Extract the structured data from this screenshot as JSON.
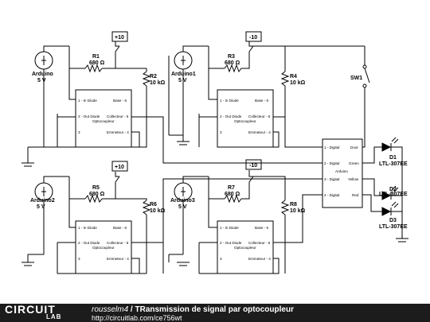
{
  "footer": {
    "brand_top": "CIRCUIT",
    "brand_bottom": "LAB",
    "username": "rousselm4",
    "separator": " / ",
    "title": "TRansmission de signal par optocoupleur",
    "url": "http://circuitlab.com/ce756wt"
  },
  "sources": [
    {
      "name": "Arduino",
      "voltage": "5 V"
    },
    {
      "name": "Arduino1",
      "voltage": "5 V"
    },
    {
      "name": "Arduino2",
      "voltage": "5 V"
    },
    {
      "name": "Arduino3",
      "voltage": "5 V"
    }
  ],
  "rails": [
    "+10",
    "-10",
    "+10",
    "-10"
  ],
  "resistors": [
    {
      "name": "R1",
      "value": "680 Ω"
    },
    {
      "name": "R2",
      "value": "10 kΩ"
    },
    {
      "name": "R3",
      "value": "680 Ω"
    },
    {
      "name": "R4",
      "value": "10 kΩ"
    },
    {
      "name": "R5",
      "value": "680 Ω"
    },
    {
      "name": "R6",
      "value": "10 kΩ"
    },
    {
      "name": "R7",
      "value": "680 Ω"
    },
    {
      "name": "R8",
      "value": "10 kΩ"
    }
  ],
  "opto": {
    "name": "Optocoupleur",
    "pins": [
      "1 - In Diode",
      "2 - Out Diode",
      "3",
      "Base - 6",
      "Collecteur - 5",
      "Emmeteur - 4"
    ]
  },
  "arduino": {
    "name": "Arduino",
    "left_pins": [
      "1 - Digital",
      "2 - Digital",
      "3 - Digital",
      "4 - Digital"
    ],
    "right_pins": [
      "Door",
      "Green",
      "Yellow",
      "Red"
    ]
  },
  "switch": "SW1",
  "leds": [
    {
      "name": "D1",
      "model": "LTL-307EE"
    },
    {
      "name": "D2",
      "model": "LTL-307EE"
    },
    {
      "name": "D3",
      "model": "LTL-307EE"
    }
  ]
}
